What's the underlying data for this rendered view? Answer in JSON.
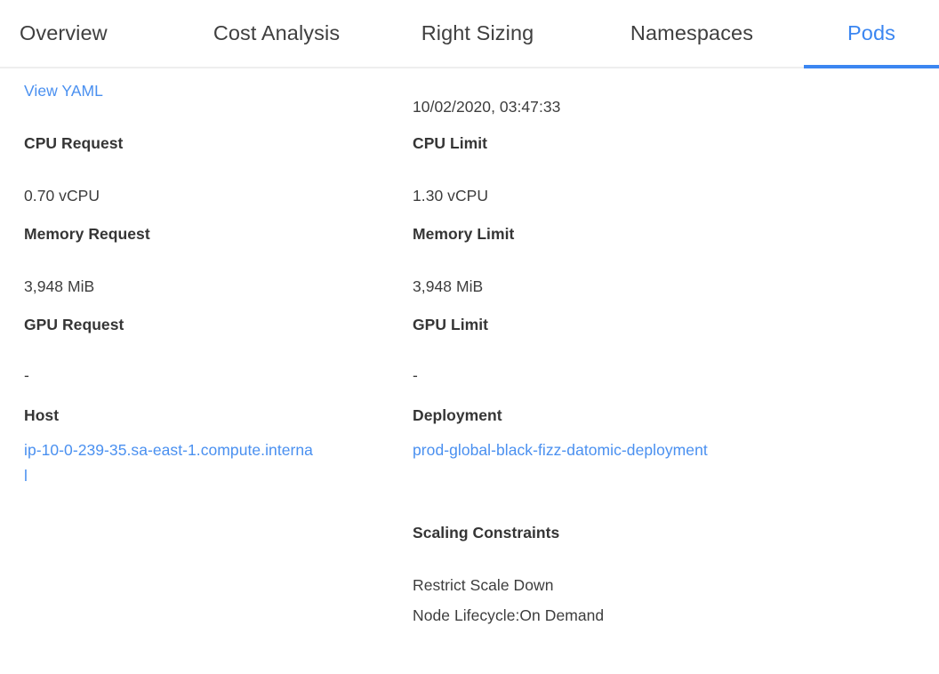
{
  "tabs": [
    {
      "label": "Overview",
      "active": false
    },
    {
      "label": "Cost Analysis",
      "active": false
    },
    {
      "label": "Right Sizing",
      "active": false
    },
    {
      "label": "Namespaces",
      "active": false
    },
    {
      "label": "Pods",
      "active": true
    }
  ],
  "colors": {
    "accent": "#3b86f1",
    "link": "#4a90f0",
    "text": "#3c3c3c",
    "label": "#353535",
    "border": "#eeeeee",
    "background": "#ffffff"
  },
  "details": {
    "view_yaml_link": "View YAML",
    "timestamp": "10/02/2020, 03:47:33",
    "left": {
      "cpu_request_label": "CPU Request",
      "cpu_request_value": "0.70 vCPU",
      "memory_request_label": "Memory Request",
      "memory_request_value": "3,948 MiB",
      "gpu_request_label": "GPU Request",
      "gpu_request_value": "-",
      "host_label": "Host",
      "host_value": "ip-10-0-239-35.sa-east-1.compute.internal"
    },
    "right": {
      "cpu_limit_label": "CPU Limit",
      "cpu_limit_value": "1.30 vCPU",
      "memory_limit_label": "Memory Limit",
      "memory_limit_value": "3,948 MiB",
      "gpu_limit_label": "GPU Limit",
      "gpu_limit_value": "-",
      "deployment_label": "Deployment",
      "deployment_value": "prod-global-black-fizz-datomic-deployment",
      "scaling_constraints_label": "Scaling Constraints",
      "scaling_constraint_1": "Restrict Scale Down",
      "scaling_constraint_2": "Node Lifecycle:On Demand"
    }
  }
}
